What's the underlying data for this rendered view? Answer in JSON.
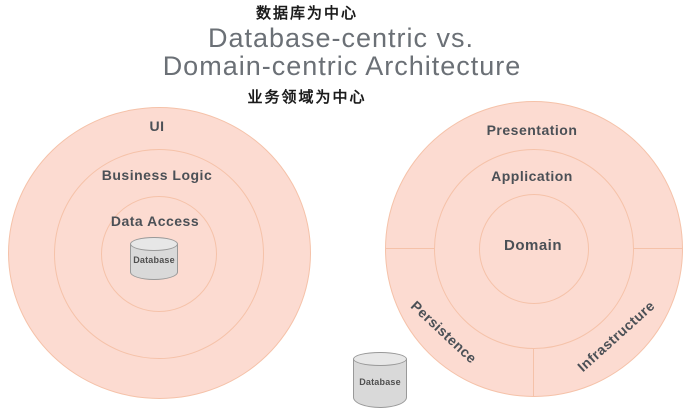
{
  "header": {
    "top_caption": "数据库为中心",
    "title_line1": "Database-centric vs.",
    "title_line2": "Domain-centric Architecture",
    "bottom_caption": "业务领域为中心"
  },
  "left_diagram": {
    "rings": [
      "UI",
      "Business Logic",
      "Data Access"
    ],
    "database_label": "Database"
  },
  "right_diagram": {
    "rings": [
      "Presentation",
      "Application",
      "Domain"
    ],
    "segments": [
      "Persistence",
      "Infrastructure"
    ],
    "database_label": "Database"
  },
  "colors": {
    "background": "#ffffff",
    "circle-fill": "#fcdbd1",
    "circle-stroke": "#f5c2a9",
    "ring-label": "#4b5056",
    "title": "#6b7076",
    "caption": "#1b1b1b",
    "db-fill": "#d9d9d9",
    "db-top": "#e7e7e7",
    "db-stroke": "#999999",
    "db-label": "#4f4f4f"
  }
}
